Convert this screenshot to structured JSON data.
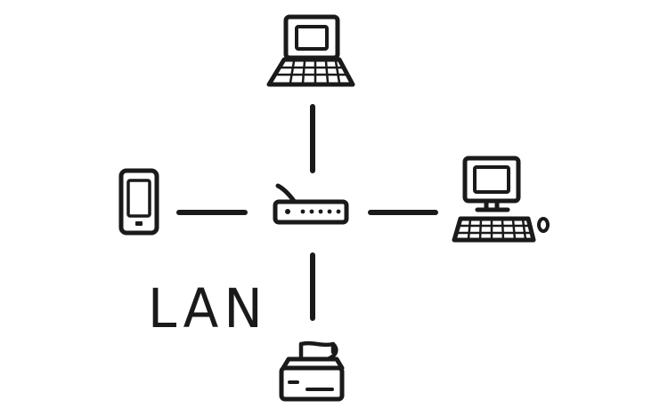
{
  "diagram": {
    "label": "LAN",
    "nodes": [
      {
        "id": "router",
        "icon": "router-icon"
      },
      {
        "id": "laptop",
        "icon": "laptop-icon"
      },
      {
        "id": "desktop",
        "icon": "desktop-computer-icon"
      },
      {
        "id": "phone",
        "icon": "smartphone-icon"
      },
      {
        "id": "printer",
        "icon": "printer-icon"
      }
    ],
    "links": [
      {
        "from": "router",
        "to": "laptop"
      },
      {
        "from": "router",
        "to": "desktop"
      },
      {
        "from": "router",
        "to": "phone"
      },
      {
        "from": "router",
        "to": "printer"
      }
    ],
    "ink_color": "#1a1a1a",
    "background": "#ffffff"
  }
}
